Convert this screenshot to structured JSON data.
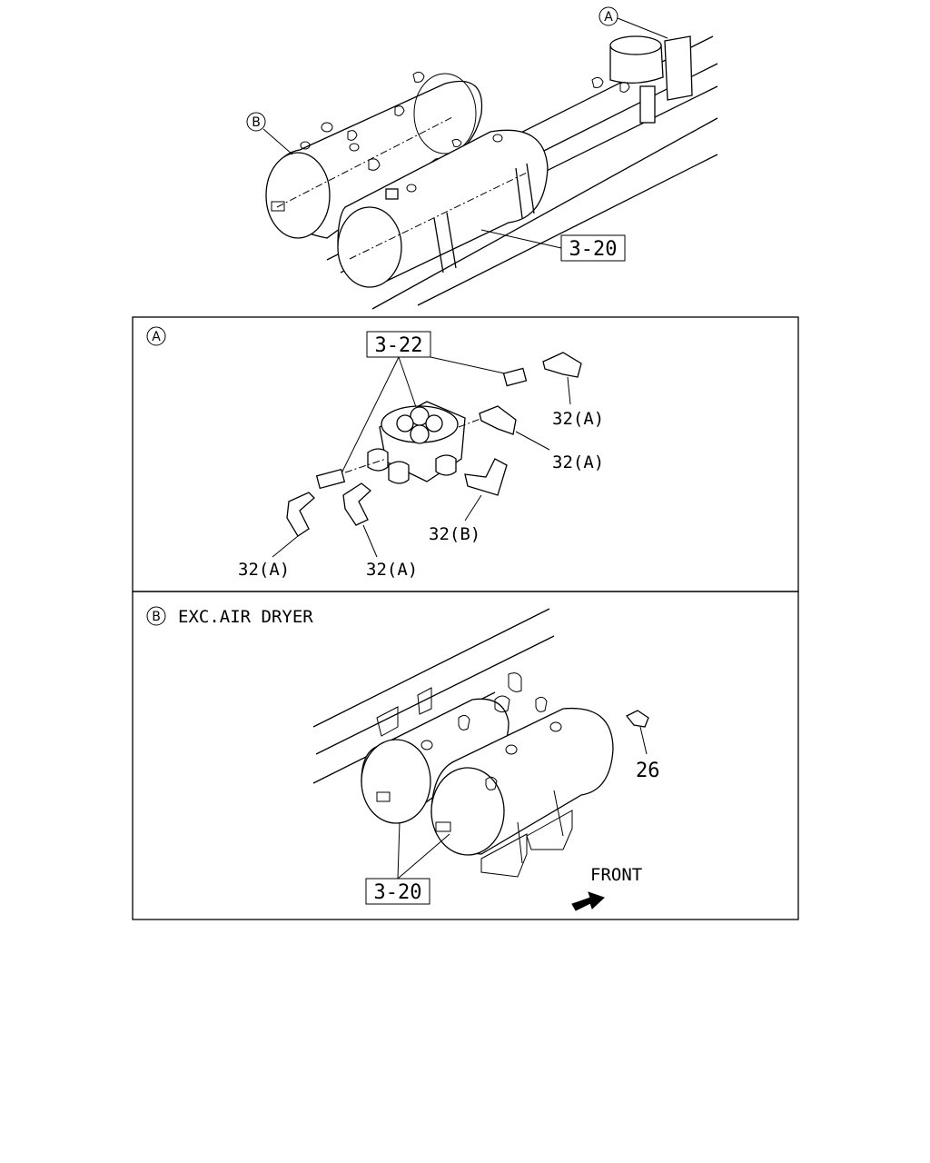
{
  "top_view": {
    "callout_a": "A",
    "callout_b": "B",
    "ref_tanks": "3-20"
  },
  "detail_a": {
    "circle_label": "A",
    "ref_valve": "3-22",
    "parts": [
      {
        "label": "32(A)"
      },
      {
        "label": "32(A)"
      },
      {
        "label": "32(B)"
      },
      {
        "label": "32(A)"
      },
      {
        "label": "32(A)"
      }
    ]
  },
  "detail_b": {
    "circle_label": "B",
    "caption": "EXC.AIR DRYER",
    "ref_tanks": "3-20",
    "part_26": "26",
    "front_label": "FRONT"
  }
}
